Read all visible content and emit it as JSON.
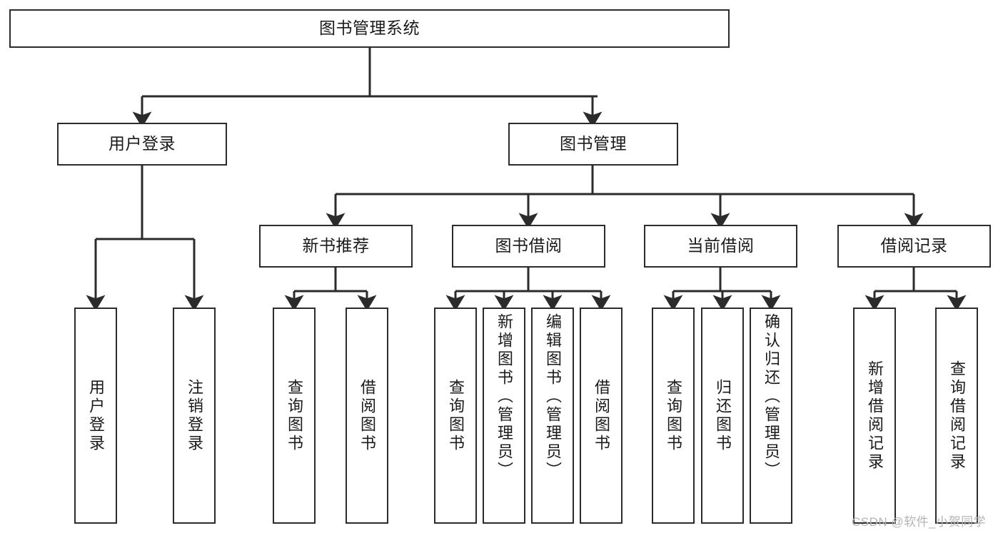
{
  "diagram": {
    "type": "hierarchy-tree",
    "title": "图书管理系统",
    "watermark": "CSDN @软件_小贺同学",
    "colors": {
      "stroke": "#2b2b2b",
      "fill": "#ffffff",
      "text": "#1a1a1a",
      "watermark": "#b4b4b4"
    },
    "root": {
      "label": "图书管理系统"
    },
    "level2": [
      {
        "label": "用户登录"
      },
      {
        "label": "图书管理"
      }
    ],
    "level3": [
      {
        "label": "新书推荐"
      },
      {
        "label": "图书借阅"
      },
      {
        "label": "当前借阅"
      },
      {
        "label": "借阅记录"
      }
    ],
    "leaves": {
      "user_login": [
        {
          "label": "用户登录"
        },
        {
          "label": "注销登录"
        }
      ],
      "new_book_recommend": [
        {
          "label": "查询图书"
        },
        {
          "label": "借阅图书"
        }
      ],
      "book_borrow": [
        {
          "label": "查询图书"
        },
        {
          "label": "新增图书（管理员）"
        },
        {
          "label": "编辑图书（管理员）"
        },
        {
          "label": "借阅图书"
        }
      ],
      "current_borrow": [
        {
          "label": "查询图书"
        },
        {
          "label": "归还图书"
        },
        {
          "label": "确认归还（管理员）"
        }
      ],
      "borrow_records": [
        {
          "label": "新增借阅记录"
        },
        {
          "label": "查询借阅记录"
        }
      ]
    }
  }
}
